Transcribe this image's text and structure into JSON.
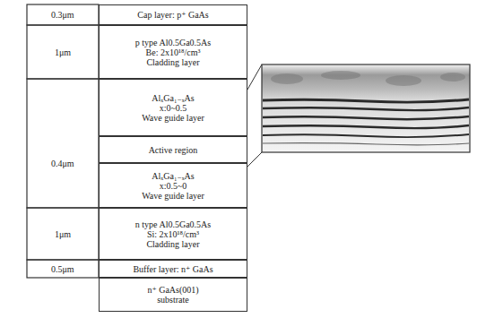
{
  "diagram": {
    "nodes": [
      {
        "text": [
          "Cap layer: p⁺ GaAs"
        ]
      },
      {
        "text": [
          "p type Al0.5Ga0.5As",
          "Be: 2x10¹⁸/cm³",
          "Cladding layer"
        ]
      },
      {
        "text": [
          "AlₓGa₁₋ₓAs",
          "x:0~0.5",
          "Wave guide layer"
        ]
      },
      {
        "text": [
          "Active region"
        ]
      },
      {
        "text": [
          "AlₓGa₁₋ₓAs",
          "x:0.5~0",
          "Wave guide layer"
        ]
      },
      {
        "text": [
          "n type Al0.5Ga0.5As",
          "Si: 2x10¹⁸/cm³",
          "Cladding layer"
        ]
      },
      {
        "text": [
          "Buffer layer: n⁺ GaAs"
        ]
      },
      {
        "text": [
          "n⁺ GaAs(001)",
          "substrate"
        ]
      }
    ],
    "labels": [
      "0.3μm",
      "1μm",
      "0.4μm",
      "1μm",
      "0.5μm"
    ]
  }
}
